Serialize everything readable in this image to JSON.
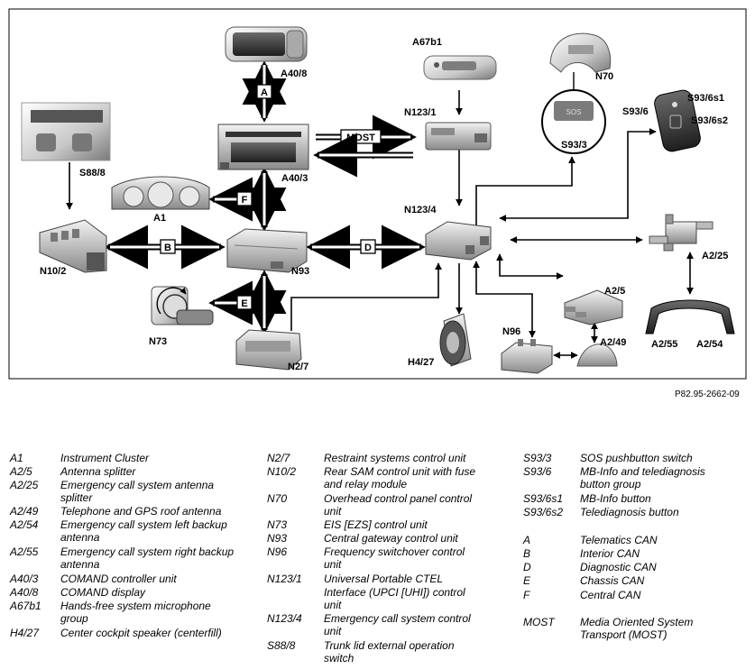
{
  "ref_code": "P82.95-2662-09",
  "components": {
    "A40_8": "A40/8",
    "A": "A",
    "A67b1": "A67b1",
    "N70": "N70",
    "N123_1": "N123/1",
    "MOST": "MOST",
    "S93_6": "S93/6",
    "S93_6s1": "S93/6s1",
    "S93_6s2": "S93/6s2",
    "S93_3": "S93/3",
    "S88_8": "S88/8",
    "A40_3": "A40/3",
    "F": "F",
    "A1": "A1",
    "N123_4": "N123/4",
    "N10_2": "N10/2",
    "B": "B",
    "N93": "N93",
    "D": "D",
    "A2_25": "A2/25",
    "A2_5": "A2/5",
    "E": "E",
    "N73": "N73",
    "N2_7": "N2/7",
    "H4_27": "H4/27",
    "N96": "N96",
    "A2_49": "A2/49",
    "A2_55": "A2/55",
    "A2_54": "A2/54",
    "sos_text": "SOS"
  },
  "legend": {
    "col1": [
      {
        "code": "A1",
        "desc": "Instrument Cluster"
      },
      {
        "code": "A2/5",
        "desc": "Antenna splitter"
      },
      {
        "code": "A2/25",
        "desc": "Emergency call system antenna splitter"
      },
      {
        "code": "A2/49",
        "desc": "Telephone and GPS roof antenna"
      },
      {
        "code": "A2/54",
        "desc": "Emergency call system left backup antenna"
      },
      {
        "code": "A2/55",
        "desc": "Emergency call system right backup antenna"
      },
      {
        "code": "A40/3",
        "desc": "COMAND controller unit"
      },
      {
        "code": "A40/8",
        "desc": "COMAND display"
      },
      {
        "code": "A67b1",
        "desc": "Hands-free system microphone group"
      },
      {
        "code": "H4/27",
        "desc": "Center cockpit speaker (centerfill)"
      }
    ],
    "col2": [
      {
        "code": "N2/7",
        "desc": "Restraint systems control unit"
      },
      {
        "code": "N10/2",
        "desc": "Rear SAM control unit with fuse and relay module"
      },
      {
        "code": "N70",
        "desc": "Overhead control panel control unit"
      },
      {
        "code": "N73",
        "desc": "EIS [EZS] control unit"
      },
      {
        "code": "N93",
        "desc": "Central gateway control unit"
      },
      {
        "code": "N96",
        "desc": "Frequency switchover control unit"
      },
      {
        "code": "N123/1",
        "desc": "Universal Portable CTEL"
      },
      {
        "code": "",
        "desc": "Interface (UPCI [UHI]) control unit"
      },
      {
        "code": "N123/4",
        "desc": "Emergency call system control unit"
      },
      {
        "code": "S88/8",
        "desc": "Trunk lid external operation switch"
      }
    ],
    "col3": [
      {
        "code": "S93/3",
        "desc": "SOS pushbutton switch"
      },
      {
        "code": "S93/6",
        "desc": "MB-Info and telediagnosis button group"
      },
      {
        "code": "S93/6s1",
        "desc": "MB-Info button"
      },
      {
        "code": "S93/6s2",
        "desc": "Telediagnosis button"
      },
      {
        "code": "A",
        "desc": "Telematics CAN"
      },
      {
        "code": "B",
        "desc": "Interior CAN"
      },
      {
        "code": "D",
        "desc": "Diagnostic CAN"
      },
      {
        "code": "E",
        "desc": "Chassis CAN"
      },
      {
        "code": "F",
        "desc": "Central CAN"
      },
      {
        "code": "MOST",
        "desc": "Media Oriented System Transport (MOST)"
      }
    ]
  }
}
